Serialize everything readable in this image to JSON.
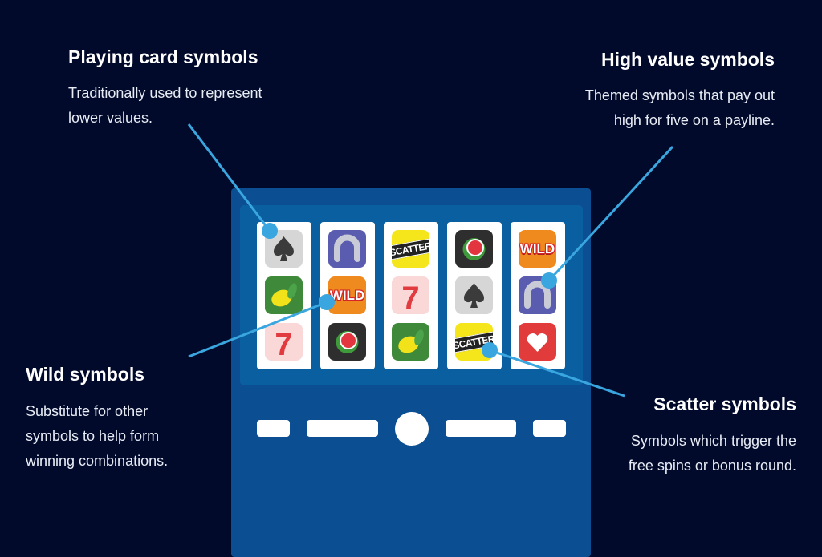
{
  "callouts": {
    "playing_card": {
      "title": "Playing card symbols",
      "lines": [
        "Traditionally used to represent",
        "lower values."
      ]
    },
    "high_value": {
      "title": "High value symbols",
      "lines": [
        "Themed symbols that pay out",
        "high for five on a payline."
      ]
    },
    "wild": {
      "title": "Wild symbols",
      "lines": [
        "Substitute for other",
        "symbols to help form",
        "winning combinations."
      ]
    },
    "scatter": {
      "title": "Scatter symbols",
      "lines": [
        "Symbols which trigger the",
        "free spins or bonus round."
      ]
    }
  },
  "reels": [
    [
      "spade",
      "lemon",
      "seven"
    ],
    [
      "horseshoe",
      "wild",
      "watermelon"
    ],
    [
      "scatter",
      "seven",
      "lemon"
    ],
    [
      "watermelon",
      "spade",
      "scatter"
    ],
    [
      "wild",
      "horseshoe",
      "heart"
    ]
  ],
  "symbol_text": {
    "scatter": "SCATTER",
    "wild": "WILD"
  },
  "colors": {
    "background": "#020a2b",
    "machine": "#0b4e92",
    "screen": "#0a5fa1",
    "callout_line": "#3aa6df"
  }
}
